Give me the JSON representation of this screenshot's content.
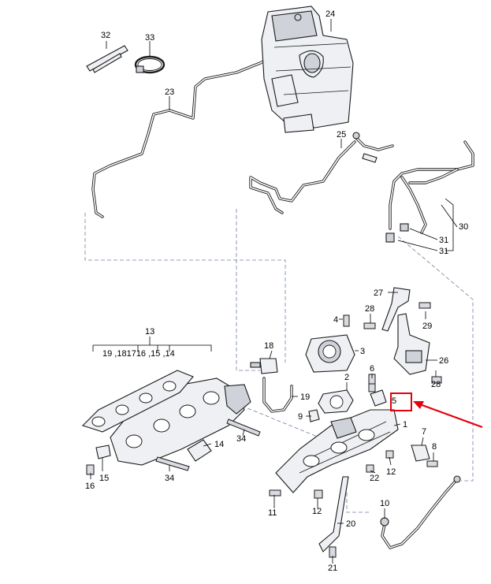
{
  "labels": {
    "p1": "1",
    "p2": "2",
    "p3": "3",
    "p4": "4",
    "p5": "5",
    "p6": "6",
    "p7": "7",
    "p8": "8",
    "p9": "9",
    "p10": "10",
    "p11": "11",
    "p12a": "12",
    "p12b": "12",
    "p13": "13",
    "p14": "14",
    "p15": "15",
    "p16": "16",
    "p18": "18",
    "p19": "19",
    "p20": "20",
    "p21": "21",
    "p22": "22",
    "p23": "23",
    "p24": "24",
    "p25": "25",
    "p26": "26",
    "p27": "27",
    "p28a": "28",
    "p28b": "28",
    "p29": "29",
    "p30": "30",
    "p31a": "31",
    "p31b": "31",
    "p32": "32",
    "p33": "33",
    "p34a": "34",
    "p34b": "34",
    "gasket_group": "19 ,181716 ,15 ,14"
  },
  "highlight": {
    "color": "#e3000f",
    "label": "5"
  },
  "colors": {
    "line": "#1a1a1a",
    "dash": "#6e7ea3",
    "part": "#eef0f3"
  }
}
